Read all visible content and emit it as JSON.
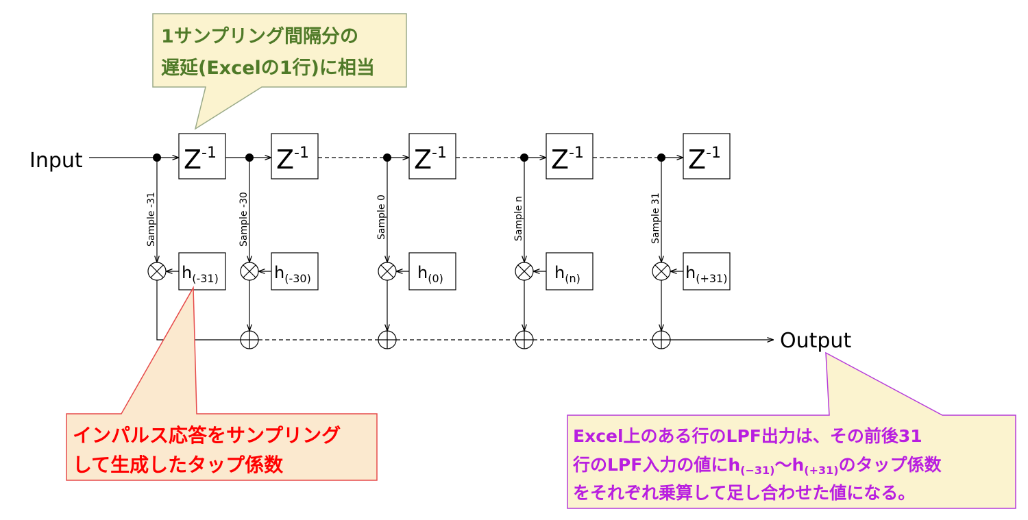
{
  "input_label": "Input",
  "output_label": "Output",
  "delay_label": {
    "base": "Z",
    "exp": "-1"
  },
  "taps": [
    {
      "sample": "Sample -31",
      "coef_base": "h",
      "coef_sub": "(-31)"
    },
    {
      "sample": "Sample -30",
      "coef_base": "h",
      "coef_sub": "(-30)"
    },
    {
      "sample": "Sample 0",
      "coef_base": "h",
      "coef_sub": "(0)"
    },
    {
      "sample": "Sample n",
      "coef_base": "h",
      "coef_sub": "(n)"
    },
    {
      "sample": "Sample 31",
      "coef_base": "h",
      "coef_sub": "(+31)"
    }
  ],
  "callouts": {
    "delay": {
      "line1": "1サンプリング間隔分の",
      "line2": "遅延(Excelの1行)に相当",
      "text_color": "#4f7a28",
      "fill": "#fbf3cf",
      "border": "#9aaa88"
    },
    "taps": {
      "line1": "インパルス応答をサンプリング",
      "line2": "して生成したタップ係数",
      "text_color": "#ff0000",
      "fill": "#fbe9cf",
      "border": "#e64a4a"
    },
    "output": {
      "line1": "Excel上のある行のLPF出力は、その前後31",
      "line2_a": "行のLPF入力の値に",
      "line2_h1": "h",
      "line2_s1": "(−31)",
      "line2_tilde": "〜",
      "line2_h2": "h",
      "line2_s2": "(+31)",
      "line2_b": "のタップ係数",
      "line3": "をそれぞれ乗算して足し合わせた値になる。",
      "text_color": "#b81ee0",
      "fill": "#fbf3cf",
      "border": "#b53bd9"
    }
  }
}
